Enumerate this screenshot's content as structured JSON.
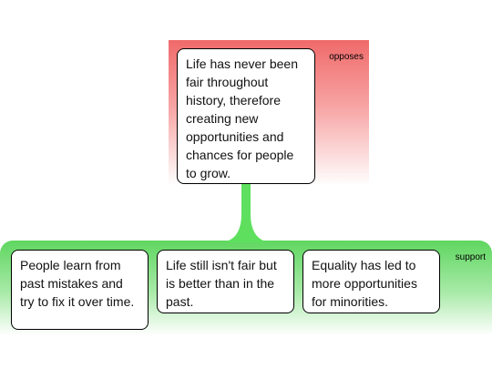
{
  "opposes_panel": {
    "label": "opposes",
    "color": "#f06a6a"
  },
  "claim": {
    "text": "Life has never been fair throughout history, therefore creating new opportunities and chances for people to grow."
  },
  "support_panel": {
    "label": "support",
    "color": "#5fd65f",
    "reasons": [
      {
        "text": "People learn from past mistakes and try to fix it over time."
      },
      {
        "text": "Life still isn't fair but is better than in the past."
      },
      {
        "text": "Equality has led to more opportunities for minorities."
      }
    ]
  },
  "connector_color": "#5ee05e"
}
